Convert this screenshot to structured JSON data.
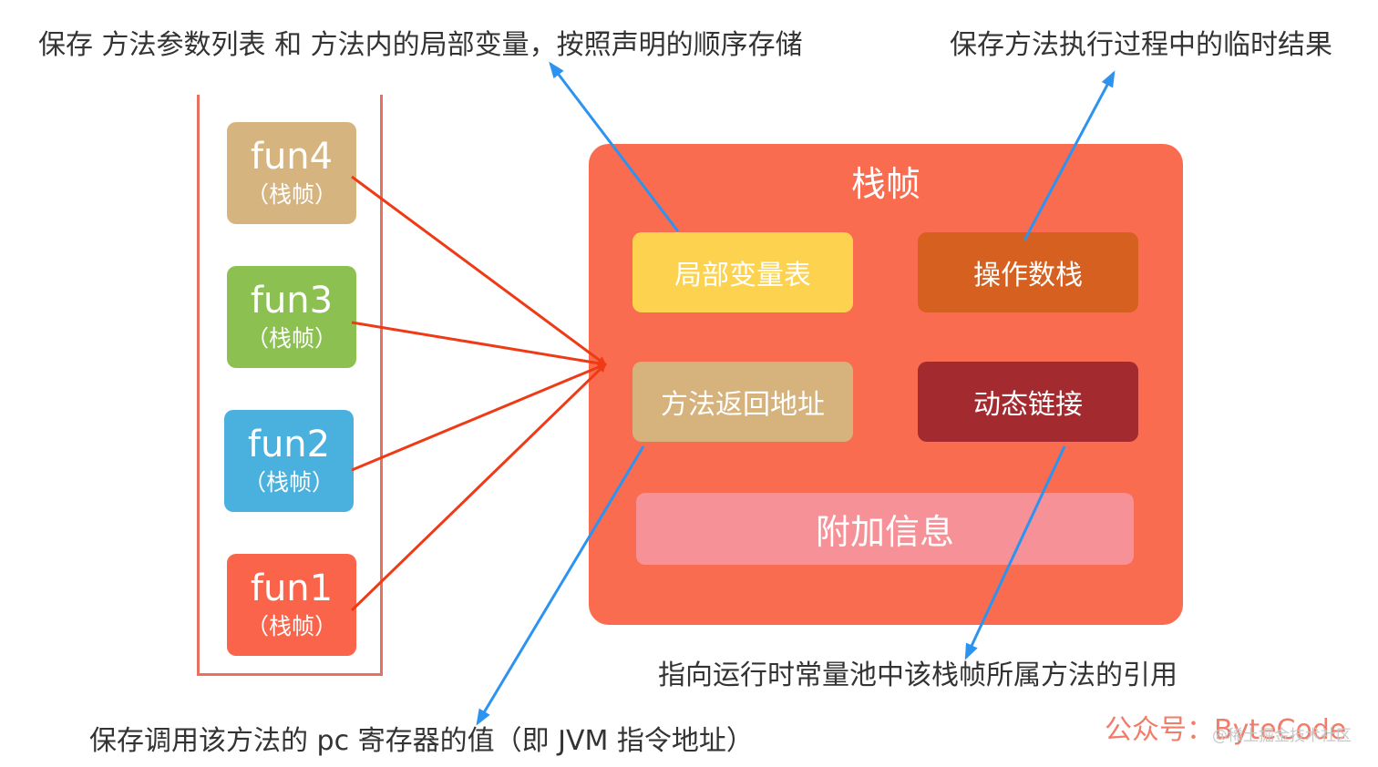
{
  "labels": {
    "top_left": "保存 方法参数列表 和 方法内的局部变量，按照声明的顺序存储",
    "top_right": "保存方法执行过程中的临时结果",
    "bottom_left": "保存调用该方法的 pc 寄存器的值（即 JVM 指令地址）",
    "bottom_right": "指向运行时常量池中该栈帧所属方法的引用"
  },
  "stack": {
    "frames": [
      {
        "name": "fun4",
        "sub": "（栈帧）",
        "color": "#d5b47f"
      },
      {
        "name": "fun3",
        "sub": "（栈帧）",
        "color": "#8cc152"
      },
      {
        "name": "fun2",
        "sub": "（栈帧）",
        "color": "#4ab1de"
      },
      {
        "name": "fun1",
        "sub": "（栈帧）",
        "color": "#f9644b"
      }
    ]
  },
  "frame": {
    "title": "栈帧",
    "local_vars": "局部变量表",
    "operand_stack": "操作数栈",
    "return_address": "方法返回地址",
    "dynamic_link": "动态链接",
    "extra_info": "附加信息",
    "colors": {
      "background": "#fa6c4f",
      "local_vars": "#fcd24f",
      "operand_stack": "#d6601f",
      "return_address": "#d6b27c",
      "dynamic_link": "#a32a2e",
      "extra_info": "#f59197"
    }
  },
  "arrow_colors": {
    "red": "#ee3b16",
    "blue": "#2d93f0"
  },
  "watermark": {
    "text": "公众号：ByteCode",
    "sub": "@稀土掘金技术社区"
  }
}
